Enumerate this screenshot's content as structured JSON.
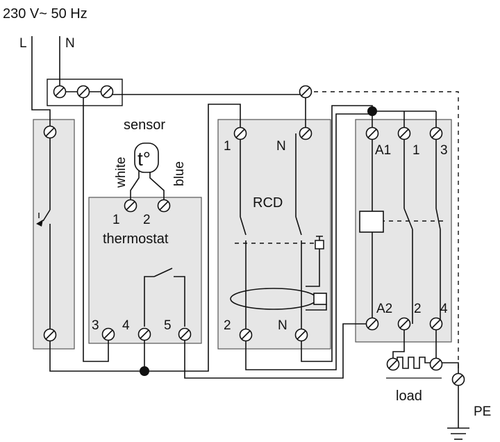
{
  "header": {
    "supply": "230 V~ 50 Hz"
  },
  "mains": {
    "line": "L",
    "neutral": "N"
  },
  "sensor": {
    "title": "sensor",
    "symbol": "t°",
    "wire_left": "white",
    "wire_right": "blue"
  },
  "thermostat": {
    "title": "thermostat",
    "terminal_1": "1",
    "terminal_2": "2",
    "terminal_3": "3",
    "terminal_4": "4",
    "terminal_5": "5"
  },
  "rcd": {
    "title": "RCD",
    "top_left": "1",
    "top_right": "N",
    "bottom_left": "2",
    "bottom_right": "N"
  },
  "contactor": {
    "top_a": "A1",
    "top_b": "1",
    "top_c": "3",
    "bottom_a": "A2",
    "bottom_b": "2",
    "bottom_c": "4"
  },
  "load": {
    "label": "load"
  },
  "earth": {
    "label": "PE"
  },
  "colors": {
    "module_fill": "#e6e6e6",
    "wire": "#111111",
    "outline": "#555555"
  }
}
